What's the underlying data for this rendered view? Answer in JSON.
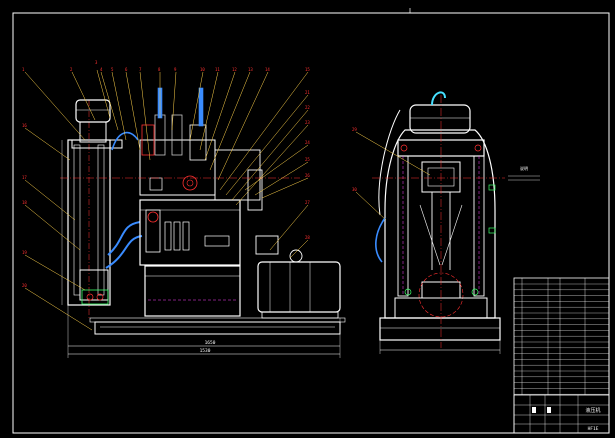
{
  "drawing": {
    "colors": {
      "background": "#000000",
      "outline": "#ffffff",
      "leader": "#ffd24a",
      "centerline": "#ff3030",
      "hidden": "#ff40ff",
      "steel": "#c8c8c8",
      "accent_blue": "#3a8cff",
      "accent_green": "#3cff6a",
      "accent_cyan": "#46e0ff"
    },
    "dimensions": {
      "front_width": "1650",
      "front_overall": "1530"
    },
    "side_note": "说明",
    "title_block": {
      "drawing_name": "液压机",
      "code": "HF1E"
    }
  }
}
